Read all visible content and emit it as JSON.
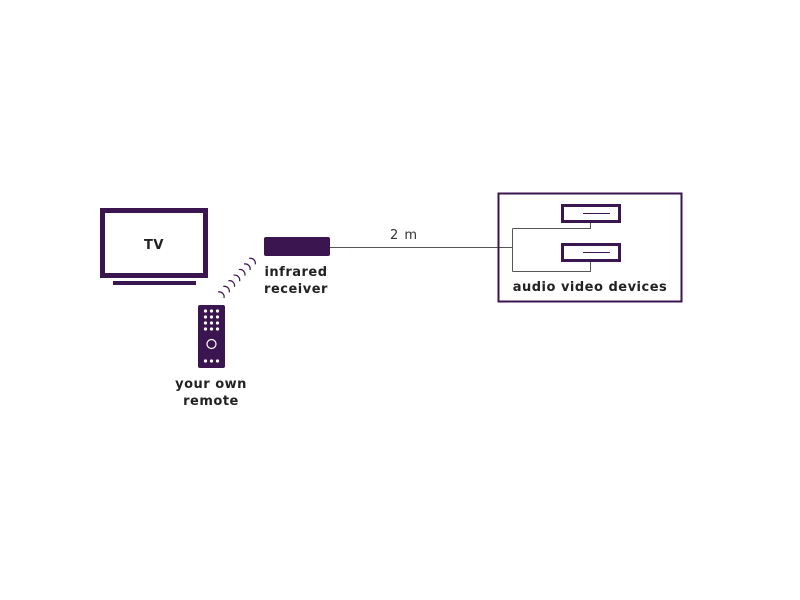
{
  "colors": {
    "primary": "#3b1550",
    "line": "#555555"
  },
  "tv": {
    "label": "TV"
  },
  "receiver": {
    "label_line1": "infrared",
    "label_line2": "receiver"
  },
  "remote": {
    "label_line1": "your own",
    "label_line2": "remote"
  },
  "cable": {
    "length": "2 m"
  },
  "devices": {
    "label": "audio video devices",
    "count": 2
  }
}
